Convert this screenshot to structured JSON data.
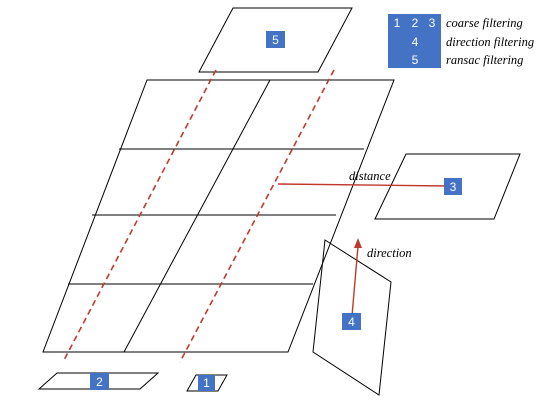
{
  "colors": {
    "badge": "#4472c4",
    "dashed_line": "#c0392b",
    "connector": "#c0392b",
    "stroke": "#000000"
  },
  "legend": {
    "numbers": [
      "1",
      "2",
      "3",
      "4",
      "5"
    ],
    "items": [
      {
        "label": "coarse filtering"
      },
      {
        "label": "direction filtering"
      },
      {
        "label": "ransac filtering"
      }
    ]
  },
  "badges": {
    "b1": "1",
    "b2": "2",
    "b3": "3",
    "b4": "4",
    "b5": "5"
  },
  "labels": {
    "distance": "distance",
    "direction": "direction"
  }
}
